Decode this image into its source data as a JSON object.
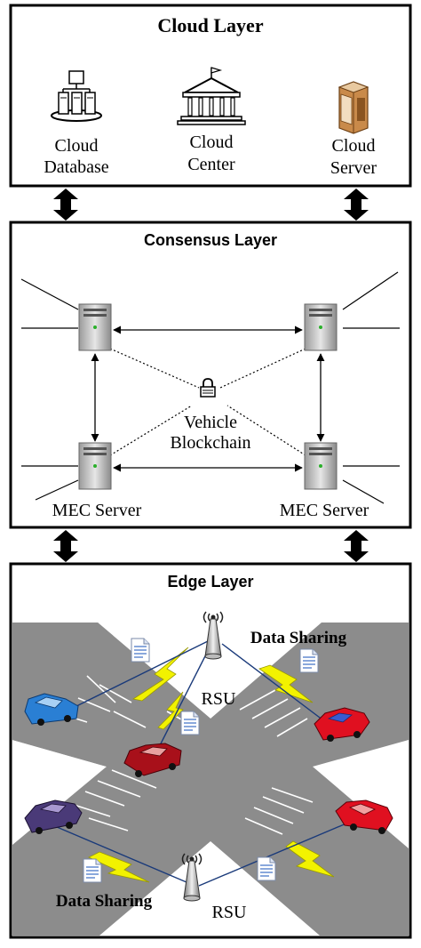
{
  "cloud_layer": {
    "title": "Cloud Layer",
    "database_label_1": "Cloud",
    "database_label_2": "Database",
    "center_label_1": "Cloud",
    "center_label_2": "Center",
    "server_label_1": "Cloud",
    "server_label_2": "Server"
  },
  "consensus_layer": {
    "title": "Consensus Layer",
    "blockchain_label_1": "Vehicle",
    "blockchain_label_2": "Blockchain",
    "mec_left_label": "MEC Server",
    "mec_right_label": "MEC Server"
  },
  "edge_layer": {
    "title": "Edge Layer",
    "data_sharing_top": "Data Sharing",
    "data_sharing_bottom": "Data Sharing",
    "rsu_top": "RSU",
    "rsu_bottom": "RSU"
  },
  "colors": {
    "border": "#000000",
    "road": "#8c8c8c",
    "lightning": "#f2f200",
    "car_blue": "#2a7fd4",
    "car_darkred": "#a8101a",
    "car_red": "#e01020",
    "car_purple": "#4a3a78",
    "server_gray": "#c8c8c8",
    "cloud_server_brown": "#c98a4a"
  },
  "icons": [
    "database-icon",
    "cloud-center-icon",
    "cloud-server-icon",
    "mec-server-icon",
    "lock-icon",
    "rsu-tower-icon",
    "document-icon",
    "car-icon",
    "lightning-link"
  ]
}
